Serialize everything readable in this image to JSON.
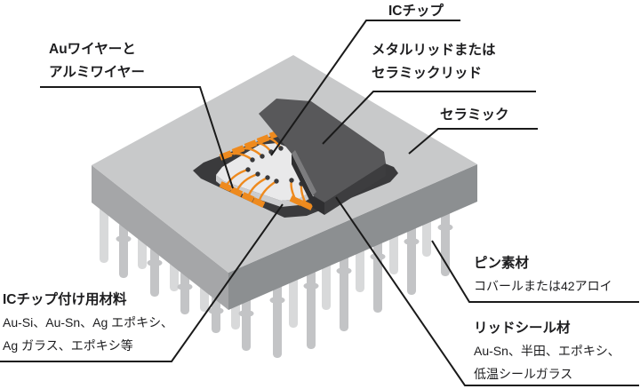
{
  "diagram": {
    "labels": {
      "ic_chip": {
        "title": "ICチップ"
      },
      "bond_wires": {
        "line1": "Auワイヤーと",
        "line2": "アルミワイヤー"
      },
      "lid": {
        "line1": "メタルリッドまたは",
        "line2": "セラミックリッド"
      },
      "ceramic": {
        "title": "セラミック"
      },
      "die_attach": {
        "title": "ICチップ付け用材料",
        "line1": "Au-Si、Au-Sn、Ag エポキシ、",
        "line2": "Ag ガラス、エポキシ等"
      },
      "pin_material": {
        "title": "ピン素材",
        "line1": "コバールまたは42アロイ"
      },
      "lid_seal": {
        "title": "リッドシール材",
        "line1": "Au-Sn、半田、エポキシ、",
        "line2": "低温シールガラス"
      }
    },
    "colors": {
      "background": "#ffffff",
      "package_top": "#c8c9ca",
      "package_left": "#a5a6a8",
      "package_right": "#8c8f91",
      "cavity": "#3a3a3c",
      "chip_top": "#e9e9ea",
      "chip_side": "#cbccce",
      "lid_top": "#58585a",
      "lid_side": "#3d3d3f",
      "lid_front": "#2f2f31",
      "lid_step": "#7c7c7e",
      "wire": "#ee8a1e",
      "bond_dot": "#39393b",
      "pin_near": "#c3c4c6",
      "pin_far": "#d8d9da",
      "leader_line": "#1a1a1a",
      "text": "#1d1d1f"
    }
  }
}
